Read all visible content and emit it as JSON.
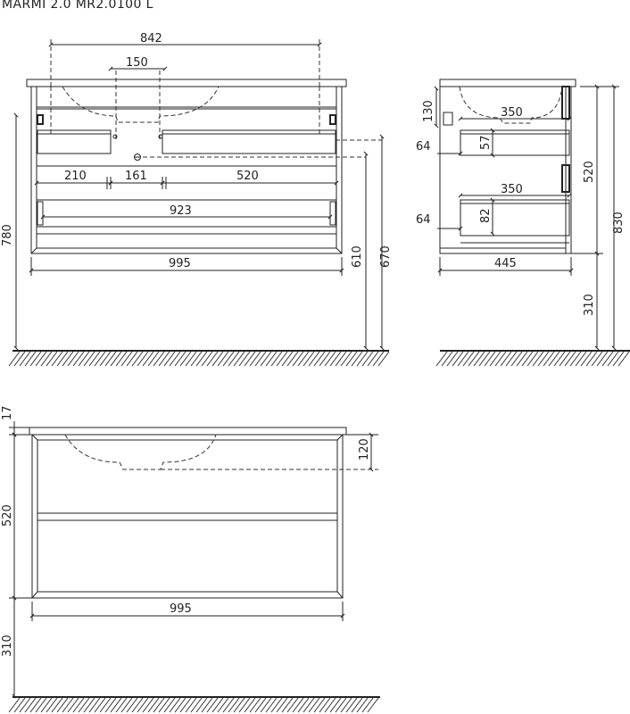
{
  "title": "MARMI 2.0 MR2.0100 L",
  "front": {
    "d842": "842",
    "d150": "150",
    "d210": "210",
    "d161": "161",
    "d520": "520",
    "d923": "923",
    "d995": "995",
    "d780": "780",
    "d610": "610",
    "d670": "670"
  },
  "side": {
    "d130": "130",
    "d350a": "350",
    "d57": "57",
    "d64a": "64",
    "d520": "520",
    "d830": "830",
    "d350b": "350",
    "d82": "82",
    "d64b": "64",
    "d445": "445",
    "d310": "310"
  },
  "front2": {
    "d17": "17",
    "d120": "120",
    "d520": "520",
    "d995": "995",
    "d310": "310"
  }
}
